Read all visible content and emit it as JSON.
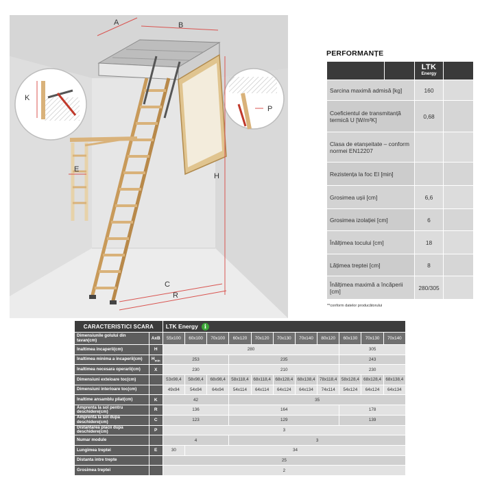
{
  "illustration": {
    "labels": {
      "a": "A",
      "b": "B",
      "k": "K",
      "p": "P",
      "e": "E",
      "h": "H",
      "c": "C",
      "r": "R"
    },
    "colors": {
      "wall": "#dcdcdc",
      "floor": "#e9e9e9",
      "wood": "#d9b27a",
      "dim_line": "#d9534f",
      "hatch": "#c8c8c8"
    }
  },
  "performance": {
    "title": "PERFORMANȚE",
    "brand": "LTK",
    "brand_sub": "Energy",
    "rows": [
      {
        "label": "Sarcina maximă admisă [kg]",
        "value": "160"
      },
      {
        "label": "Coeficientul de transmitanță termică U [W/m²K]",
        "value": "0,68"
      },
      {
        "label": "Clasa de etanșeitate – conform normei EN12207",
        "value": ""
      },
      {
        "label": "Rezistența la foc EI [min]",
        "value": ""
      },
      {
        "label": "Grosimea ușii [cm]",
        "value": "6,6"
      },
      {
        "label": "Grosimea izolației [cm]",
        "value": "6"
      },
      {
        "label": "Înălțimea tocului [cm]",
        "value": "18"
      },
      {
        "label": "Lățimea treptei [cm]",
        "value": "8"
      },
      {
        "label": "Înălțimea maximă a încăperii [cm]",
        "value": "280/305"
      }
    ],
    "note": "**conform datelor producătorului"
  },
  "specs": {
    "header": "CARACTERISTICI SCARA",
    "model": "LTK Energy",
    "info_icon": "i",
    "dim_label": "Dimensiunile golului din tavan(cm)",
    "dim_symbol": "AxB",
    "sizes": [
      "55x100",
      "60x100",
      "70x100",
      "60x120",
      "70x120",
      "70x130",
      "70x140",
      "80x120",
      "60x130",
      "70x130",
      "70x140"
    ],
    "rows": [
      {
        "name": "Inaltimea incaperii(cm)",
        "symbol": "H",
        "cells": [
          {
            "span": 8,
            "v": "280"
          },
          {
            "span": 3,
            "v": "305"
          }
        ]
      },
      {
        "name": "Inaltimea minima a incaperii(cm)",
        "symbol": "Hmin",
        "cells": [
          {
            "span": 3,
            "v": "253"
          },
          {
            "span": 5,
            "v": "235"
          },
          {
            "span": 3,
            "v": "243"
          }
        ]
      },
      {
        "name": "Inaltimea necesara operarii(cm)",
        "symbol": "X",
        "cells": [
          {
            "span": 3,
            "v": "230"
          },
          {
            "span": 5,
            "v": "210"
          },
          {
            "span": 3,
            "v": "230"
          }
        ]
      },
      {
        "name": "Dimensiuni exteioare toc(cm)",
        "symbol": "",
        "cells": [
          {
            "span": 1,
            "v": "53x98,4"
          },
          {
            "span": 1,
            "v": "58x98,4"
          },
          {
            "span": 1,
            "v": "68x98,4"
          },
          {
            "span": 1,
            "v": "58x118,4"
          },
          {
            "span": 1,
            "v": "68x118,4"
          },
          {
            "span": 1,
            "v": "68x128,4"
          },
          {
            "span": 1,
            "v": "68x138,4"
          },
          {
            "span": 1,
            "v": "78x118,4"
          },
          {
            "span": 1,
            "v": "58x128,4"
          },
          {
            "span": 1,
            "v": "68x128,4"
          },
          {
            "span": 1,
            "v": "68x138,4"
          }
        ]
      },
      {
        "name": "Dimensiuni interioare toc(cm)",
        "symbol": "",
        "cells": [
          {
            "span": 1,
            "v": "49x94"
          },
          {
            "span": 1,
            "v": "54x94"
          },
          {
            "span": 1,
            "v": "64x94"
          },
          {
            "span": 1,
            "v": "54x114"
          },
          {
            "span": 1,
            "v": "64x114"
          },
          {
            "span": 1,
            "v": "64x124"
          },
          {
            "span": 1,
            "v": "64x134"
          },
          {
            "span": 1,
            "v": "74x114"
          },
          {
            "span": 1,
            "v": "54x124"
          },
          {
            "span": 1,
            "v": "64x124"
          },
          {
            "span": 1,
            "v": "64x134"
          }
        ]
      },
      {
        "name": "Inaltime ansamblu pliat(cm)",
        "symbol": "K",
        "cells": [
          {
            "span": 3,
            "v": "42"
          },
          {
            "span": 8,
            "v": "35"
          }
        ]
      },
      {
        "name": "Amprenta la sol pentru deschidere(cm)",
        "symbol": "R",
        "cells": [
          {
            "span": 3,
            "v": "136"
          },
          {
            "span": 5,
            "v": "164"
          },
          {
            "span": 3,
            "v": "178"
          }
        ]
      },
      {
        "name": "Amprenta la sol dupa deschidere(cm)",
        "symbol": "C",
        "cells": [
          {
            "span": 3,
            "v": "123"
          },
          {
            "span": 5,
            "v": "129"
          },
          {
            "span": 3,
            "v": "139"
          }
        ]
      },
      {
        "name": "Distantarea placii dupa deschidere(cm)",
        "symbol": "P",
        "cells": [
          {
            "span": 11,
            "v": "3"
          }
        ]
      },
      {
        "name": "Numar module",
        "symbol": "",
        "cells": [
          {
            "span": 3,
            "v": "4"
          },
          {
            "span": 8,
            "v": "3"
          }
        ]
      },
      {
        "name": "Lungimea treptei",
        "symbol": "E",
        "cells": [
          {
            "span": 1,
            "v": "30"
          },
          {
            "span": 10,
            "v": "34"
          }
        ]
      },
      {
        "name": "Distanta intre trepte",
        "symbol": "",
        "cells": [
          {
            "span": 11,
            "v": "25"
          }
        ]
      },
      {
        "name": "Grosimea treptei",
        "symbol": "",
        "cells": [
          {
            "span": 11,
            "v": "2"
          }
        ]
      }
    ]
  }
}
